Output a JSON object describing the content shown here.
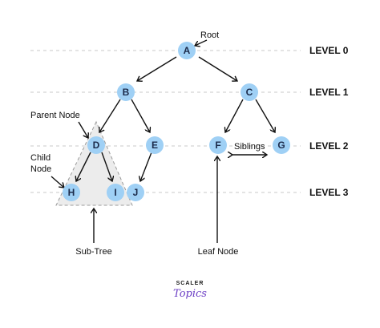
{
  "nodes": {
    "a": "A",
    "b": "B",
    "c": "C",
    "d": "D",
    "e": "E",
    "f": "F",
    "g": "G",
    "h": "H",
    "i": "I",
    "j": "J"
  },
  "levels": [
    "LEVEL 0",
    "LEVEL 1",
    "LEVEL 2",
    "LEVEL 3"
  ],
  "annotations": {
    "root": "Root",
    "parent_node": "Parent Node",
    "child_node_line1": "Child",
    "child_node_line2": "Node",
    "siblings": "Siblings",
    "sub_tree": "Sub-Tree",
    "leaf_node": "Leaf Node"
  },
  "brand": {
    "line1": "SCALER",
    "line2": "Topics"
  },
  "colors": {
    "node_fill": "#9fd0f5",
    "brand_accent": "#6c3fc5"
  }
}
